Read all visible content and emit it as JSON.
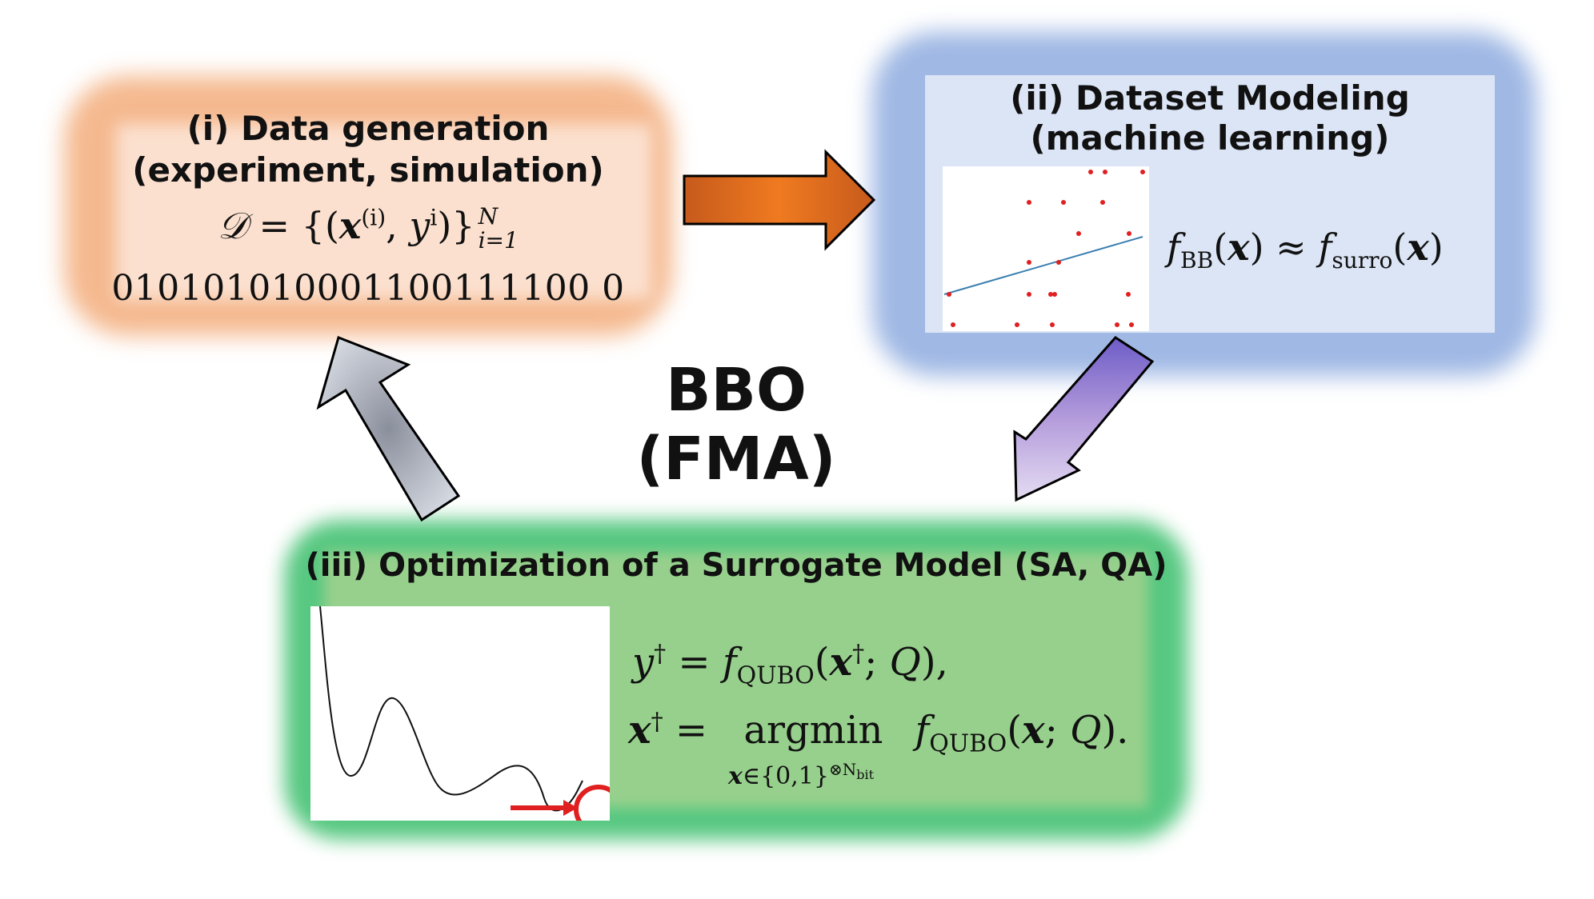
{
  "box_i": {
    "title_line1": "(i) Data generation",
    "title_line2": "(experiment, simulation)",
    "eq_D": "𝒟",
    "eq_eq": " = {(",
    "eq_x": "x",
    "eq_x_sup": "(i)",
    "eq_comma": ", ",
    "eq_y": "y",
    "eq_y_sup": "i",
    "eq_close": ")}",
    "eq_upper": "N",
    "eq_lower": "i=1",
    "bits": "010101010001100111100 0"
  },
  "box_ii": {
    "title_line1": "(ii) Dataset Modeling",
    "title_line2": "(machine learning)",
    "eq_f1": "f",
    "eq_sub1": "BB",
    "eq_arg1": "(",
    "eq_x1": "x",
    "eq_mid": ") ≈ ",
    "eq_f2": "f",
    "eq_sub2": "surro",
    "eq_arg2": "(",
    "eq_x2": "x",
    "eq_end": ")"
  },
  "box_iii": {
    "title": "(iii) Optimization of a Surrogate Model (SA, QA)",
    "l1_y": "y",
    "l1_dag": "†",
    "l1_eq": " = ",
    "l1_f": "f",
    "l1_sub": "QUBO",
    "l1_open": "(",
    "l1_x": "x",
    "l1_dag2": "†",
    "l1_semi": "; ",
    "l1_Q": "Q",
    "l1_close": "),",
    "l2_x": "x",
    "l2_dag": "†",
    "l2_eq": " = ",
    "l2_argmin": "argmin",
    "l2_f": "f",
    "l2_sub": "QUBO",
    "l2_open": "(",
    "l2_x2": "x",
    "l2_semi": "; ",
    "l2_Q": "Q",
    "l2_close": ").",
    "sub_x": "x",
    "sub_in": "∈{0,1}",
    "sub_sup": "⊗N",
    "sub_bit": "bit"
  },
  "center": {
    "line1": "BBO",
    "line2": "(FMA)"
  },
  "colors": {
    "box_i": "#f5b98f",
    "box_ii": "#9fb8e4",
    "box_iii": "#57c881",
    "arrow_orange": "#e8701c",
    "arrow_purple": "#9b85d2",
    "arrow_gray": "#8f96a8",
    "marker_red": "#e02020",
    "fit_line": "#3b7fb0"
  }
}
